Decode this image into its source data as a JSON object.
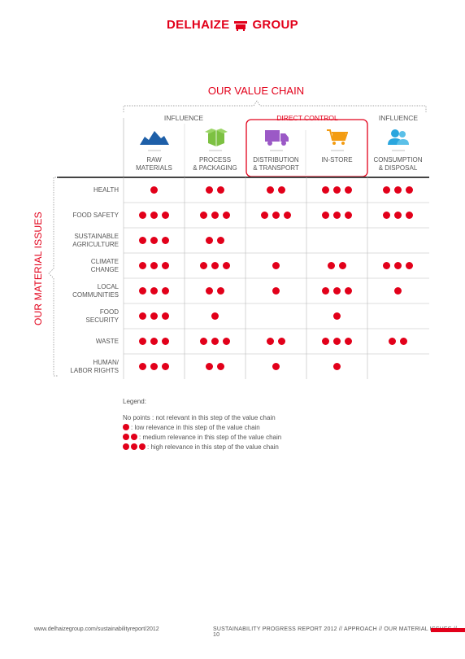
{
  "header": {
    "brand_left": "DELHAIZE",
    "brand_right": "GROUP"
  },
  "value_chain": {
    "title": "OUR VALUE CHAIN",
    "phases": [
      {
        "label": "INFLUENCE"
      },
      {
        "label": "DIRECT CONTROL"
      },
      {
        "label": "INFLUENCE"
      }
    ],
    "columns": [
      {
        "label_line1": "RAW",
        "label_line2": "MATERIALS",
        "icon": "raw-materials-icon"
      },
      {
        "label_line1": "PROCESS",
        "label_line2": "& PACKAGING",
        "icon": "package-icon"
      },
      {
        "label_line1": "DISTRIBUTION",
        "label_line2": "& TRANSPORT",
        "icon": "truck-icon"
      },
      {
        "label_line1": "IN-STORE",
        "label_line2": "",
        "icon": "shopping-cart-icon"
      },
      {
        "label_line1": "CONSUMPTION",
        "label_line2": "& DISPOSAL",
        "icon": "people-icon"
      }
    ]
  },
  "material_issues": {
    "title": "OUR MATERIAL ISSUES",
    "rows": [
      {
        "label_line1": "HEALTH",
        "label_line2": "",
        "values": [
          1,
          2,
          2,
          3,
          3
        ]
      },
      {
        "label_line1": "FOOD SAFETY",
        "label_line2": "",
        "values": [
          3,
          3,
          3,
          3,
          3
        ]
      },
      {
        "label_line1": "SUSTAINABLE",
        "label_line2": "AGRICULTURE",
        "values": [
          3,
          2,
          0,
          0,
          0
        ]
      },
      {
        "label_line1": "CLIMATE",
        "label_line2": "CHANGE",
        "values": [
          3,
          3,
          1,
          2,
          3
        ]
      },
      {
        "label_line1": "LOCAL",
        "label_line2": "COMMUNITIES",
        "values": [
          3,
          2,
          1,
          3,
          1
        ]
      },
      {
        "label_line1": "FOOD",
        "label_line2": "SECURITY",
        "values": [
          3,
          1,
          0,
          1,
          0
        ]
      },
      {
        "label_line1": "WASTE",
        "label_line2": "",
        "values": [
          3,
          3,
          2,
          3,
          2
        ]
      },
      {
        "label_line1": "HUMAN/",
        "label_line2": "LABOR RIGHTS",
        "values": [
          3,
          2,
          1,
          1,
          0
        ]
      }
    ]
  },
  "legend": {
    "title": "Legend:",
    "none": "No points : not relevant in this step of the value chain",
    "low": ": low relevance in this step of the value chain",
    "medium": ": medium relevance in this step of the value chain",
    "high": ": high relevance in this step of the value chain"
  },
  "footer": {
    "url": "www.delhaizegroup.com/sustainabilityreport/2012",
    "right": "SUSTAINABILITY PROGRESS REPORT 2012 // APPROACH // OUR MATERIAL ISSUES // 10"
  },
  "colors": {
    "accent": "#e2001a",
    "raw": "#1e5fa8",
    "package": "#7dc142",
    "truck": "#9b59c6",
    "cart": "#f39c12",
    "people": "#2aa6de"
  }
}
